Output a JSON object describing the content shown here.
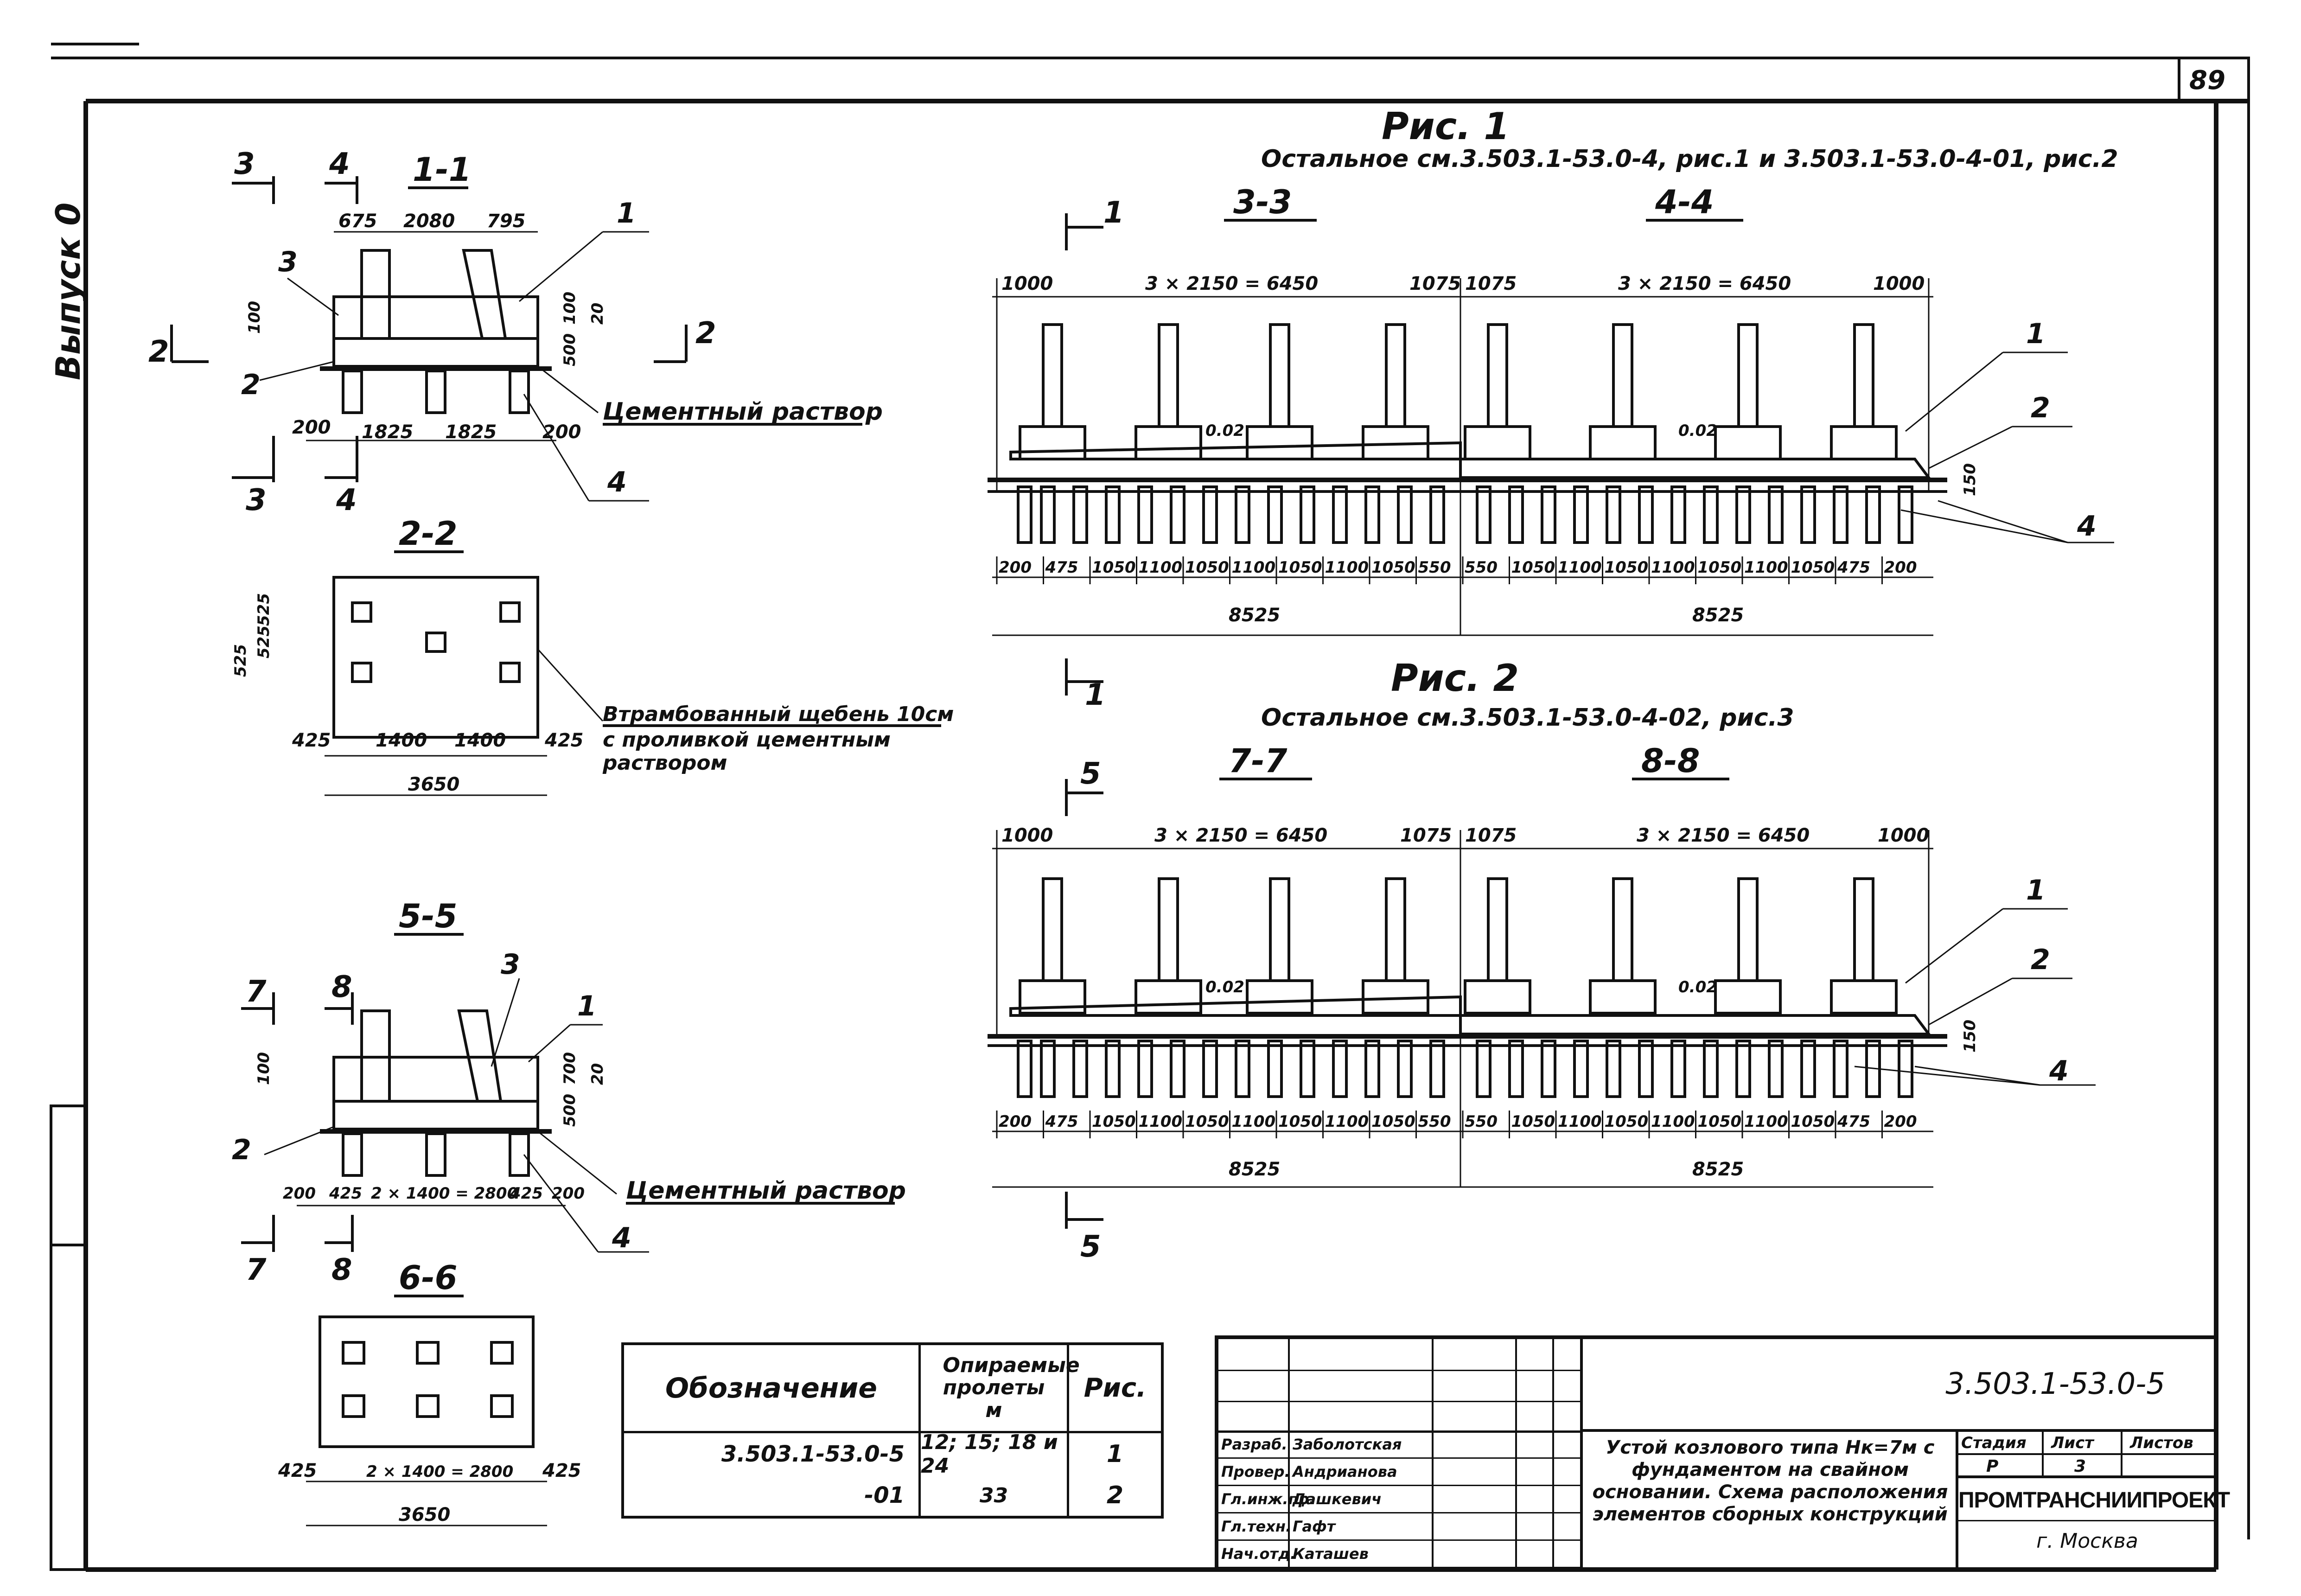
{
  "sheet": {
    "page_number": "89",
    "side_label": "Выпуск 0"
  },
  "fig1": {
    "title": "Рис. 1",
    "note": "Остальное см.3.503.1-53.0-4, рис.1 и 3.503.1-53.0-4-01, рис.2",
    "sec_left": "3-3",
    "sec_right": "4-4",
    "top_dims": [
      "1000",
      "3 × 2150 = 6450",
      "1075",
      "1075",
      "3 × 2150 = 6450",
      "1000"
    ],
    "bottom_dims": [
      "200",
      "475",
      "1050",
      "1100",
      "1050",
      "1100",
      "1050",
      "1100",
      "1050",
      "550",
      "550",
      "1050",
      "1100",
      "1050",
      "1100",
      "1050",
      "1100",
      "1050",
      "475",
      "200"
    ],
    "totals": [
      "8525",
      "8525"
    ],
    "slope": [
      "0.02",
      "0.02"
    ],
    "height_150": "150",
    "callouts": [
      "1",
      "2",
      "4"
    ],
    "cut_marks": [
      "1",
      "1"
    ]
  },
  "fig2": {
    "title": "Рис. 2",
    "note": "Остальное см.3.503.1-53.0-4-02, рис.3",
    "sec_left": "7-7",
    "sec_right": "8-8",
    "top_dims": [
      "1000",
      "3 × 2150 = 6450",
      "1075",
      "1075",
      "3 × 2150 = 6450",
      "1000"
    ],
    "bottom_dims": [
      "200",
      "475",
      "1050",
      "1100",
      "1050",
      "1100",
      "1050",
      "1100",
      "1050",
      "550",
      "550",
      "1050",
      "1100",
      "1050",
      "1100",
      "1050",
      "1100",
      "1050",
      "475",
      "200"
    ],
    "totals": [
      "8525",
      "8525"
    ],
    "slope": [
      "0.02",
      "0.02"
    ],
    "height_150": "150",
    "callouts": [
      "1",
      "2",
      "4"
    ],
    "cut_marks": [
      "5",
      "5"
    ]
  },
  "sec11": {
    "title": "1-1",
    "top_dims": [
      "675",
      "2080",
      "795"
    ],
    "side_dims": [
      "100",
      "100",
      "20",
      "500"
    ],
    "bottom_dims": [
      "200",
      "1825",
      "1825",
      "200"
    ],
    "mortar": "Цементный раствор",
    "callouts": [
      "1",
      "2",
      "3",
      "4"
    ],
    "cut_marks": [
      "3",
      "4",
      "3",
      "4",
      "2",
      "2"
    ]
  },
  "sec22": {
    "title": "2-2",
    "side_dims": [
      "525",
      "525",
      "525"
    ],
    "bottom_dims": [
      "425",
      "1400",
      "1400",
      "425"
    ],
    "total": "3650",
    "note_line1": "Втрамбованный щебень 10см",
    "note_line2": "с проливкой цементным",
    "note_line3": "раствором"
  },
  "sec55": {
    "title": "5-5",
    "side_dims": [
      "100",
      "500",
      "700",
      "20"
    ],
    "bottom_dims": [
      "200",
      "425",
      "2 × 1400 = 2800",
      "425",
      "200"
    ],
    "mortar": "Цементный раствор",
    "callouts": [
      "1",
      "2",
      "3",
      "4"
    ],
    "cut_marks": [
      "7",
      "8",
      "7",
      "8"
    ]
  },
  "sec66": {
    "title": "6-6",
    "bottom_dims": [
      "425",
      "2 × 1400 = 2800",
      "425"
    ],
    "total": "3650"
  },
  "spec_table": {
    "headers": [
      "Обозначение",
      "Опираемые пролеты м",
      "Рис."
    ],
    "rows": [
      [
        "3.503.1-53.0-5",
        "12; 15; 18 и 24",
        "1"
      ],
      [
        "-01",
        "33",
        "2"
      ]
    ]
  },
  "title_block": {
    "code": "3.503.1-53.0-5",
    "roles": [
      "Разраб.",
      "Провер.",
      "Гл.инж.пр.",
      "Гл.техн.",
      "Нач.отд."
    ],
    "names": [
      "Заболотская",
      "Андрианова",
      "Дашкевич",
      "Гафт",
      "Каташев"
    ],
    "description": "Устой козлового типа Нк=7м с фундаментом на свайном основании. Схема расположения элементов сборных конструкций",
    "stage_header": "Стадия",
    "sheet_header": "Лист",
    "sheets_header": "Листов",
    "stage": "Р",
    "sheet": "3",
    "sheets": "",
    "org": "ПРОМТРАНСНИИПРОЕКТ",
    "city": "г. Москва"
  }
}
